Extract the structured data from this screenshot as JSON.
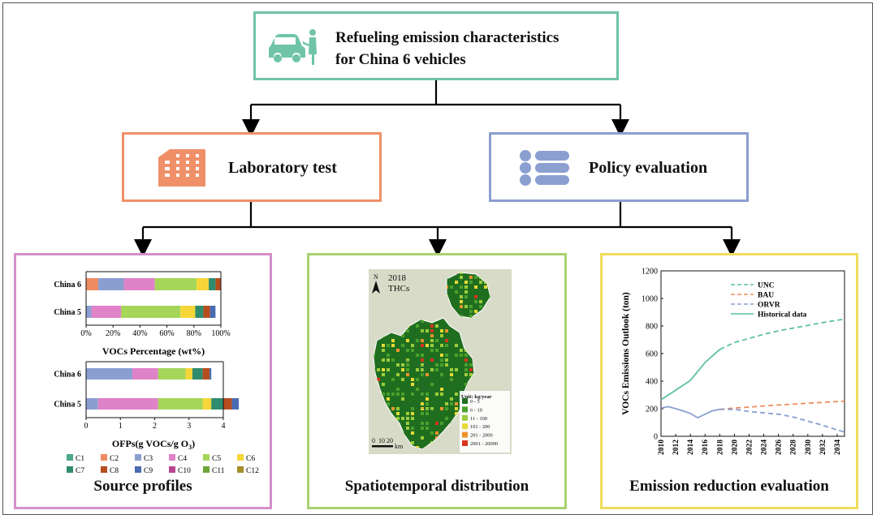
{
  "header": {
    "title_line1": "Refueling emission characteristics",
    "title_line2": "for  China 6 vehicles"
  },
  "branches": {
    "lab_label": "Laboratory test",
    "policy_label": "Policy evaluation"
  },
  "panels": {
    "source_label": "Source profiles",
    "spatial_label": "Spatiotemporal distribution",
    "reduction_label": "Emission reduction evaluation"
  },
  "colors": {
    "title_border": "#6fc4a8",
    "lab_border": "#ef9068",
    "policy_border": "#8c9fd1",
    "source_border": "#d48fcb",
    "spatial_border": "#a9d26f",
    "reduction_border": "#f0dd5a"
  },
  "icons": {
    "title": "car-refueling-icon",
    "lab": "building-icon",
    "policy": "list-icon"
  },
  "map": {
    "year": "2018",
    "species": "THCs",
    "north": "N",
    "scale_ticks": [
      "0",
      "10",
      "20"
    ],
    "scale_unit": "km",
    "legend_title": "Unit: kg/year",
    "legend": [
      {
        "label": "0 - 5",
        "color": "#1f6e1f"
      },
      {
        "label": "6 - 10",
        "color": "#4aa02c"
      },
      {
        "label": "11 - 100",
        "color": "#9ccc3c"
      },
      {
        "label": "101 - 200",
        "color": "#e6d936"
      },
      {
        "label": "201 - 2000",
        "color": "#f0932e"
      },
      {
        "label": "2001 - 20000",
        "color": "#d9331e"
      }
    ]
  },
  "chart_data": [
    {
      "type": "bar",
      "orientation": "horizontal",
      "stacked": true,
      "categories": [
        "China 6",
        "China 5"
      ],
      "xlabel": "VOCs Percentage (wt%)",
      "xticks": [
        "0%",
        "20%",
        "40%",
        "60%",
        "80%",
        "100%"
      ],
      "xlim": [
        0,
        100
      ],
      "series": [
        {
          "name": "C1",
          "color": "#4fa88a",
          "values": [
            0,
            0
          ]
        },
        {
          "name": "C2",
          "color": "#ee8c5f",
          "values": [
            9,
            0
          ]
        },
        {
          "name": "C3",
          "color": "#8a9fd0",
          "values": [
            19,
            4
          ]
        },
        {
          "name": "C4",
          "color": "#df82c8",
          "values": [
            23,
            22
          ]
        },
        {
          "name": "C5",
          "color": "#a5d65a",
          "values": [
            31,
            44
          ]
        },
        {
          "name": "C6",
          "color": "#f6d638",
          "values": [
            9,
            11
          ]
        },
        {
          "name": "C7",
          "color": "#2f8c6e",
          "values": [
            5,
            6
          ]
        },
        {
          "name": "C8",
          "color": "#b54d1f",
          "values": [
            4,
            5
          ]
        },
        {
          "name": "C9",
          "color": "#4a6cb3",
          "values": [
            0,
            4
          ]
        },
        {
          "name": "C10",
          "color": "#b7458f",
          "values": [
            0,
            0
          ]
        },
        {
          "name": "C11",
          "color": "#6ca73a",
          "values": [
            0,
            0
          ]
        },
        {
          "name": "C12",
          "color": "#a58f2a",
          "values": [
            0,
            0
          ]
        }
      ]
    },
    {
      "type": "bar",
      "orientation": "horizontal",
      "stacked": true,
      "categories": [
        "China 6",
        "China 5"
      ],
      "xlabel": "OFPs(g VOCs/g O3)",
      "xticks": [
        "0",
        "1",
        "2",
        "3",
        "4"
      ],
      "xlim": [
        0,
        4
      ],
      "series": [
        {
          "name": "C1",
          "color": "#4fa88a",
          "values": [
            0,
            0
          ]
        },
        {
          "name": "C2",
          "color": "#ee8c5f",
          "values": [
            0,
            0
          ]
        },
        {
          "name": "C3",
          "color": "#8a9fd0",
          "values": [
            1.35,
            0.35
          ]
        },
        {
          "name": "C4",
          "color": "#df82c8",
          "values": [
            0.75,
            1.75
          ]
        },
        {
          "name": "C5",
          "color": "#a5d65a",
          "values": [
            0.8,
            1.3
          ]
        },
        {
          "name": "C6",
          "color": "#f6d638",
          "values": [
            0.2,
            0.25
          ]
        },
        {
          "name": "C7",
          "color": "#2f8c6e",
          "values": [
            0.3,
            0.35
          ]
        },
        {
          "name": "C8",
          "color": "#b54d1f",
          "values": [
            0.2,
            0.25
          ]
        },
        {
          "name": "C9",
          "color": "#4a6cb3",
          "values": [
            0.05,
            0.2
          ]
        }
      ]
    },
    {
      "type": "line",
      "ylabel": "VOCs Emissions Outlook (ton)",
      "xlim": [
        2010,
        2035
      ],
      "ylim": [
        0,
        1200
      ],
      "xticks": [
        "2010",
        "2012",
        "2014",
        "2016",
        "2018",
        "2020",
        "2022",
        "2024",
        "2026",
        "2028",
        "2030",
        "2032",
        "2034"
      ],
      "yticks": [
        "0",
        "200",
        "400",
        "600",
        "800",
        "1000",
        "1200"
      ],
      "legend_position": "top-left",
      "series": [
        {
          "name": "UNC",
          "style": "dashed",
          "color": "#5cc0a0",
          "x": [
            2018,
            2020,
            2022,
            2024,
            2026,
            2028,
            2030,
            2032,
            2035
          ],
          "y": [
            630,
            680,
            710,
            740,
            765,
            785,
            805,
            825,
            850
          ]
        },
        {
          "name": "BAU",
          "style": "dashed",
          "color": "#ee8c5f",
          "x": [
            2018,
            2020,
            2022,
            2024,
            2026,
            2028,
            2030,
            2032,
            2035
          ],
          "y": [
            195,
            205,
            212,
            220,
            227,
            233,
            240,
            246,
            255
          ]
        },
        {
          "name": "ORVR",
          "style": "dashed",
          "color": "#8a9fd0",
          "x": [
            2018,
            2020,
            2022,
            2024,
            2026,
            2028,
            2030,
            2032,
            2035
          ],
          "y": [
            195,
            195,
            180,
            170,
            160,
            140,
            110,
            80,
            30
          ]
        },
        {
          "name": "Historical data",
          "style": "solid",
          "color": "#5cc0a0",
          "x": [
            2010,
            2012,
            2014,
            2016,
            2018
          ],
          "y": [
            265,
            335,
            405,
            535,
            630
          ]
        },
        {
          "name": "",
          "style": "solid",
          "color": "#8a9fd0",
          "x": [
            2010,
            2011,
            2012,
            2013,
            2014,
            2015,
            2016,
            2017,
            2018
          ],
          "y": [
            205,
            215,
            200,
            185,
            165,
            135,
            160,
            185,
            195
          ]
        }
      ]
    }
  ]
}
